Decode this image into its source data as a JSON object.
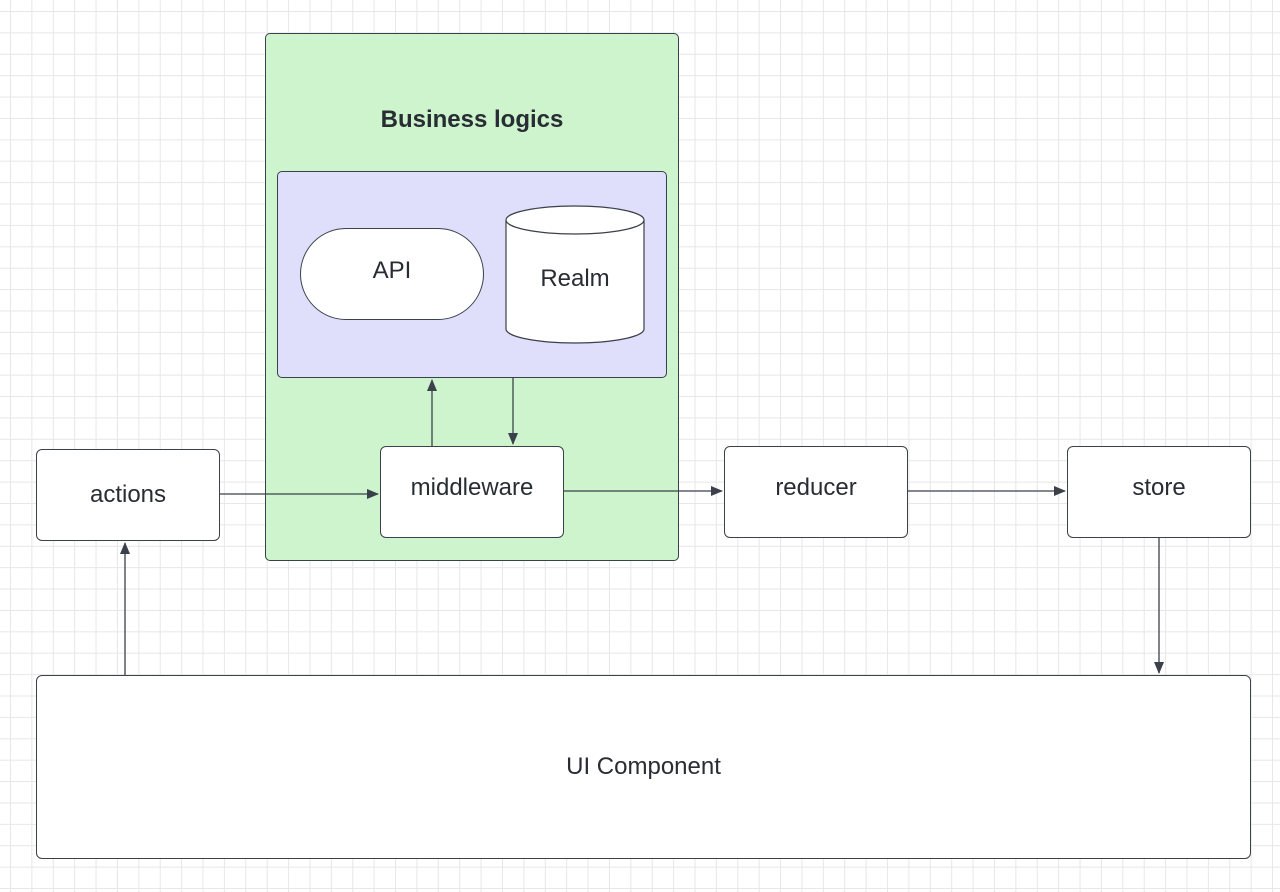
{
  "groups": {
    "business": {
      "title": "Business logics"
    }
  },
  "nodes": {
    "api": "API",
    "realm": "Realm",
    "actions": "actions",
    "middleware": "middleware",
    "reducer": "reducer",
    "store": "store",
    "ui_component": "UI Component"
  },
  "colors": {
    "business_fill": "#cdf4cd",
    "storage_fill": "#dfdffb",
    "stroke": "#3a414a",
    "text": "#282c33"
  }
}
